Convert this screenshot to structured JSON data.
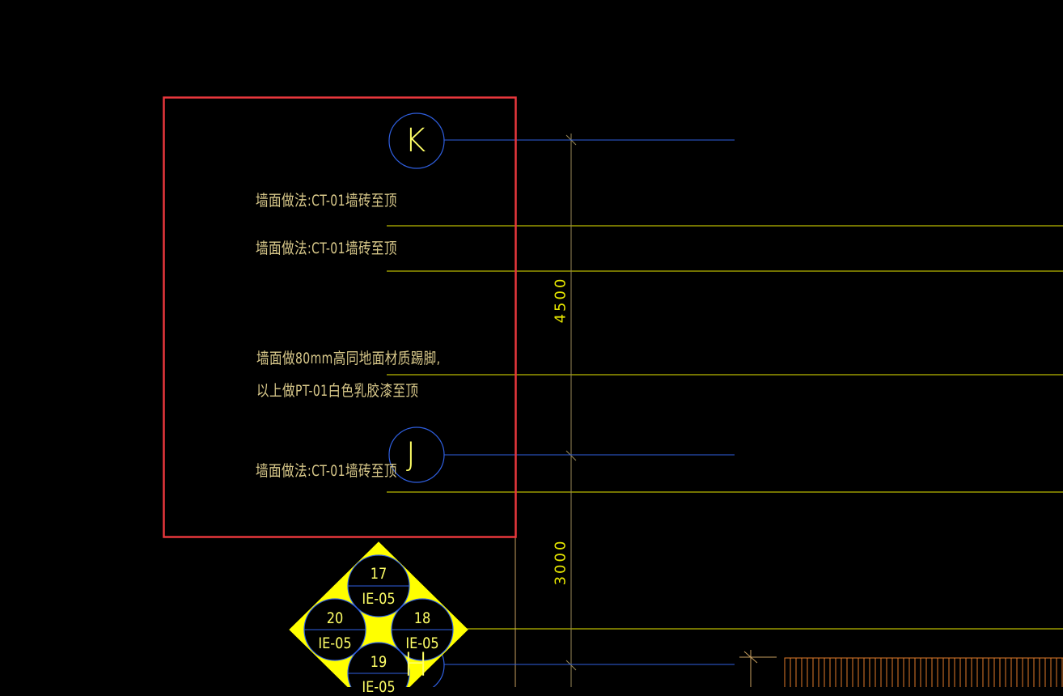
{
  "notes": {
    "note1": "墙面做法:CT-01墙砖至顶",
    "note2": "墙面做法:CT-01墙砖至顶",
    "note3_line1": "墙面做80mm高同地面材质踢脚,",
    "note3_line2": "以上做PT-01白色乳胶漆至顶",
    "note4": "墙面做法:CT-01墙砖至顶"
  },
  "grid_labels": {
    "k": "K",
    "j": "J",
    "h": "H"
  },
  "dimensions": {
    "d1": "4500",
    "d2": "3000"
  },
  "elevation_symbol": {
    "top_num": "17",
    "top_ref": "IE-05",
    "left_num": "20",
    "left_ref": "IE-05",
    "right_num": "18",
    "right_ref": "IE-05",
    "bottom_num": "19",
    "bottom_ref": "IE-05"
  },
  "colors": {
    "background": "#000000",
    "highlight_box": "#e8373c",
    "axis_line": "#2f5fe0",
    "wall_line": "#e6e600",
    "dim_line": "#9a8a5a",
    "note_text": "#d8c88a",
    "hatch": "#e07a2a"
  }
}
